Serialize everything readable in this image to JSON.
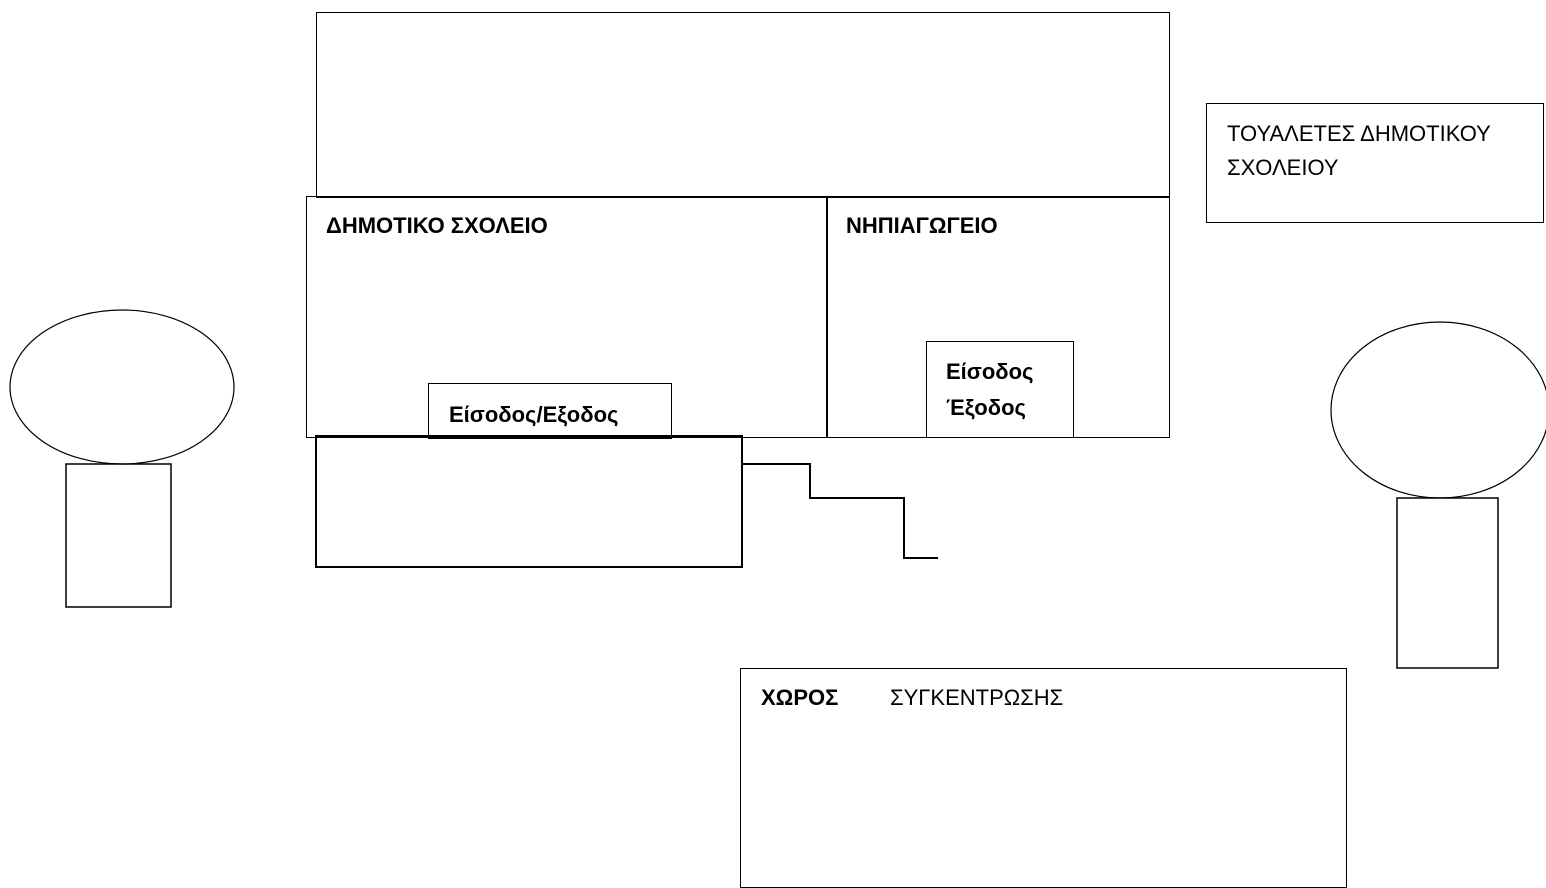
{
  "labels": {
    "primary_school": "ΔΗΜΟΤΙΚΟ ΣΧΟΛΕΙΟ",
    "kindergarten": "ΝΗΠΙΑΓΩΓΕΙΟ",
    "primary_entrance": "Είσοδος/Εξοδος",
    "kindergarten_entrance_line1": "Είσοδος",
    "kindergarten_entrance_line2": "Έξοδος",
    "toilets_line1": "ΤΟΥΑΛΕΤΕΣ ΔΗΜΟΤΙΚΟΥ",
    "toilets_line2": "ΣΧΟΛΕΙΟΥ",
    "assembly_bold": "ΧΩΡΟΣ",
    "assembly_rest": "ΣΥΓΚΕΝΤΡΩΣΗΣ"
  },
  "colors": {
    "stroke": "#000000",
    "background": "#ffffff"
  },
  "icons": {
    "tree_left": "tree-icon",
    "tree_right": "tree-icon",
    "stairs": "stairs-icon"
  }
}
